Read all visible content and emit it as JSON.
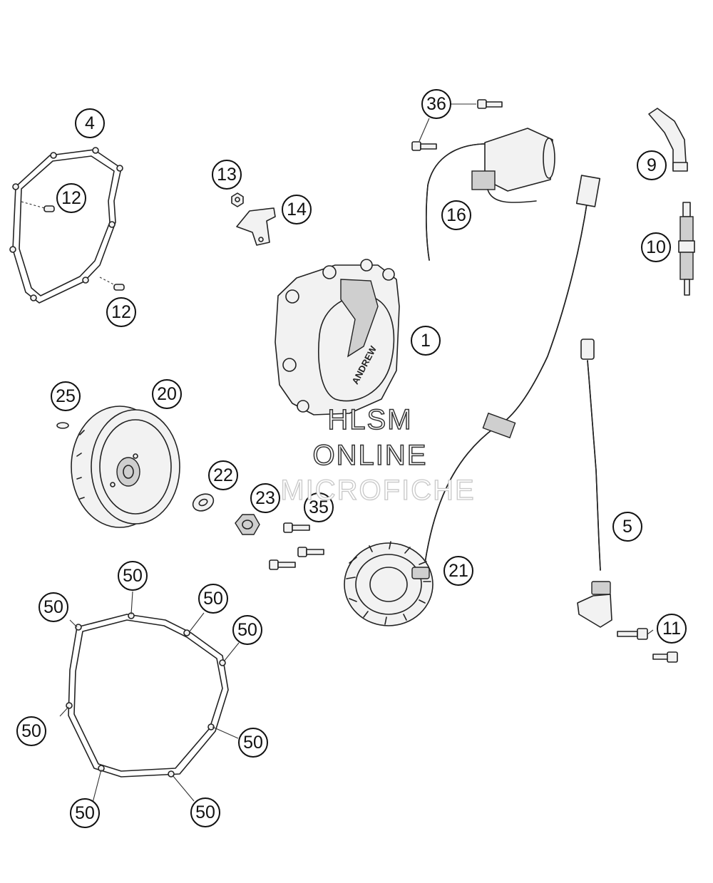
{
  "callouts": {
    "c1": "1",
    "c4": "4",
    "c5": "5",
    "c9": "9",
    "c10": "10",
    "c11": "11",
    "c12a": "12",
    "c12b": "12",
    "c13": "13",
    "c14": "14",
    "c16": "16",
    "c20": "20",
    "c21": "21",
    "c22": "22",
    "c23": "23",
    "c25": "25",
    "c35": "35",
    "c36": "36",
    "c50a": "50",
    "c50b": "50",
    "c50c": "50",
    "c50d": "50",
    "c50e": "50",
    "c50f": "50",
    "c50g": "50",
    "c50h": "50"
  },
  "watermark": {
    "line1": "HLSM",
    "line2": "ONLINE",
    "line3": "MICROFICHE"
  }
}
